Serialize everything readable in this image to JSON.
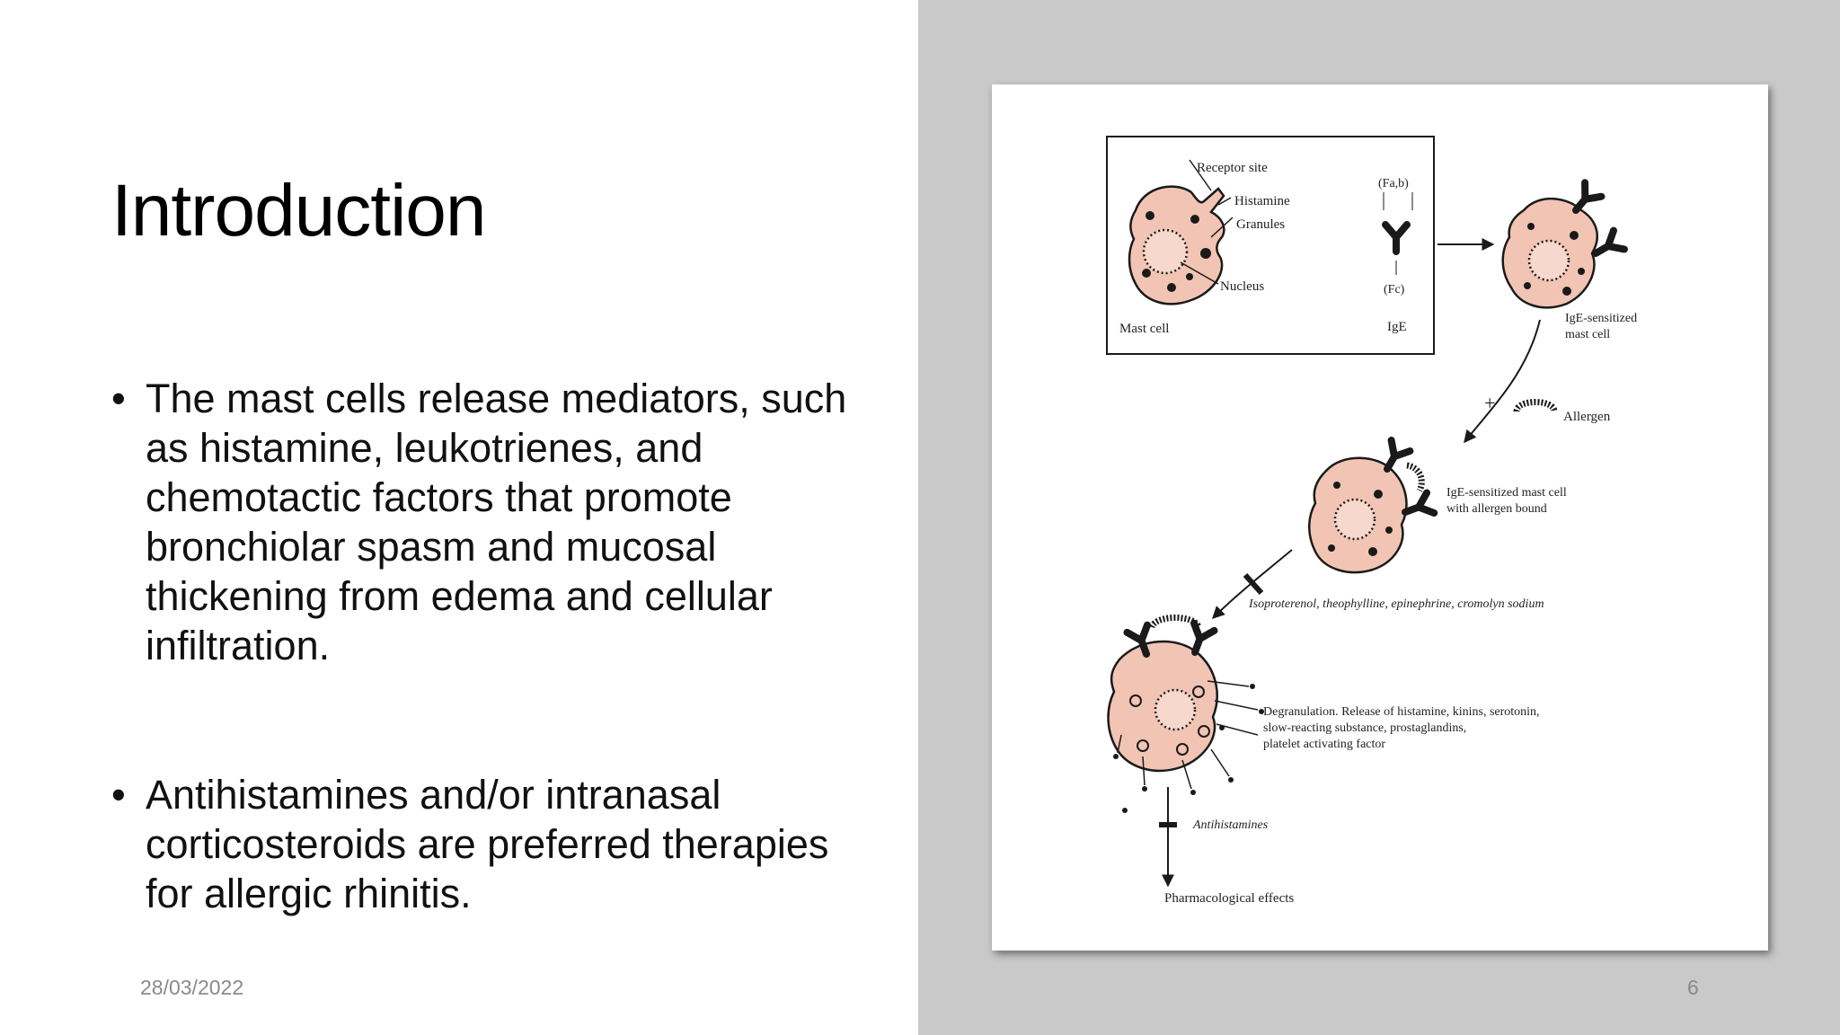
{
  "slide": {
    "title": "Introduction",
    "bullets": [
      "The mast cells release mediators, such as histamine, leukotrienes, and chemotactic factors that promote bronchiolar spasm and mucosal thickening from edema and cellular infiltration.",
      "Antihistamines and/or intranasal corticosteroids are preferred therapies for allergic rhinitis."
    ],
    "date": "28/03/2022",
    "page_number": "6"
  },
  "figure": {
    "labels": {
      "receptor_site": "Receptor site",
      "histamine": "Histamine",
      "granules": "Granules",
      "nucleus": "Nucleus",
      "mast_cell": "Mast cell",
      "fab": "(Fa,b)",
      "fc": "(Fc)",
      "ige": "IgE",
      "ige_sensitized_1": "IgE-sensitized",
      "ige_sensitized_2": "mast cell",
      "allergen": "Allergen",
      "bound_1": "IgE-sensitized mast cell",
      "bound_2": "with allergen bound",
      "drugs": "Isoproterenol, theophylline, epinephrine, cromolyn sodium",
      "degran_1": "Degranulation. Release of histamine, kinins, serotonin,",
      "degran_2": "slow-reacting substance, prostaglandins,",
      "degran_3": "platelet activating factor",
      "antihistamines": "Antihistamines",
      "pharm_effects": "Pharmacological effects",
      "plus": "+"
    },
    "colors": {
      "cell_fill": "#f2c4b4",
      "stroke": "#1a1a1a",
      "panel_bg": "#c8c9c8"
    }
  }
}
